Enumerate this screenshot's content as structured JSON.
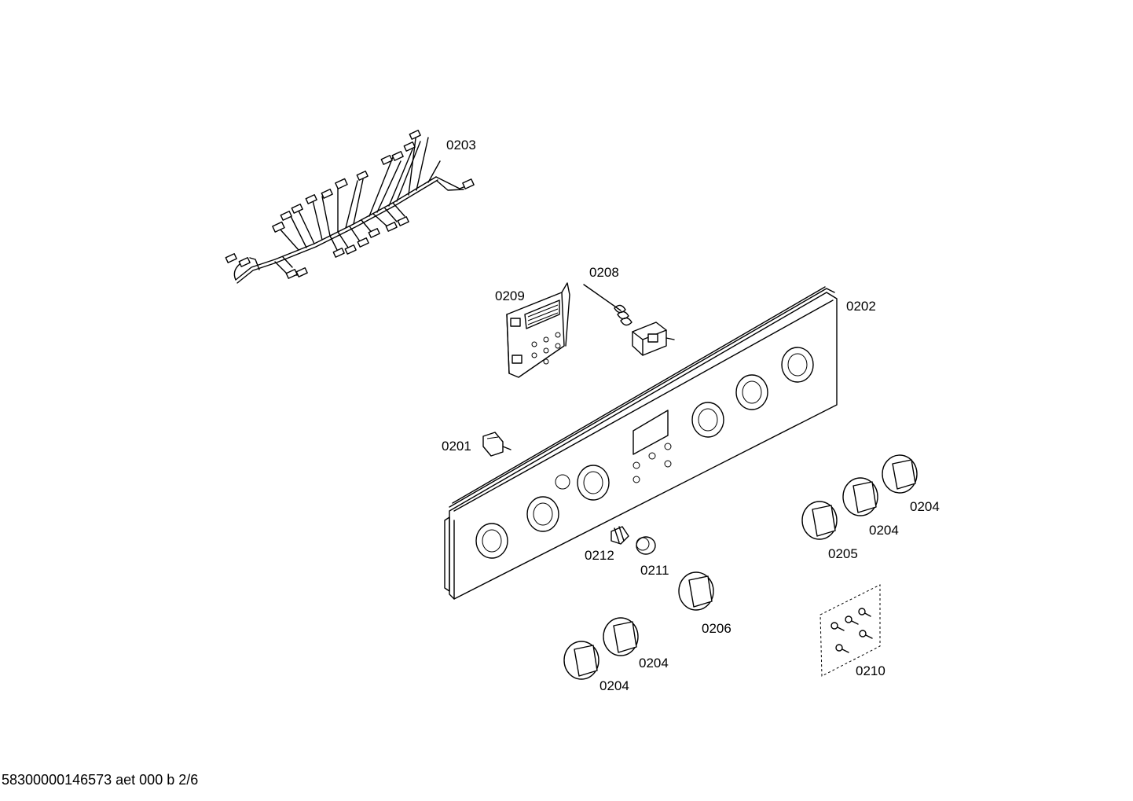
{
  "callouts": {
    "c0203": "0203",
    "c0208": "0208",
    "c0209": "0209",
    "c0202": "0202",
    "c0201": "0201",
    "c0204a": "0204",
    "c0204b": "0204",
    "c0205": "0205",
    "c0212": "0212",
    "c0211": "0211",
    "c0206": "0206",
    "c0204c": "0204",
    "c0204d": "0204",
    "c0210": "0210"
  },
  "footer": "58300000146573 aet 000 b 2/6"
}
